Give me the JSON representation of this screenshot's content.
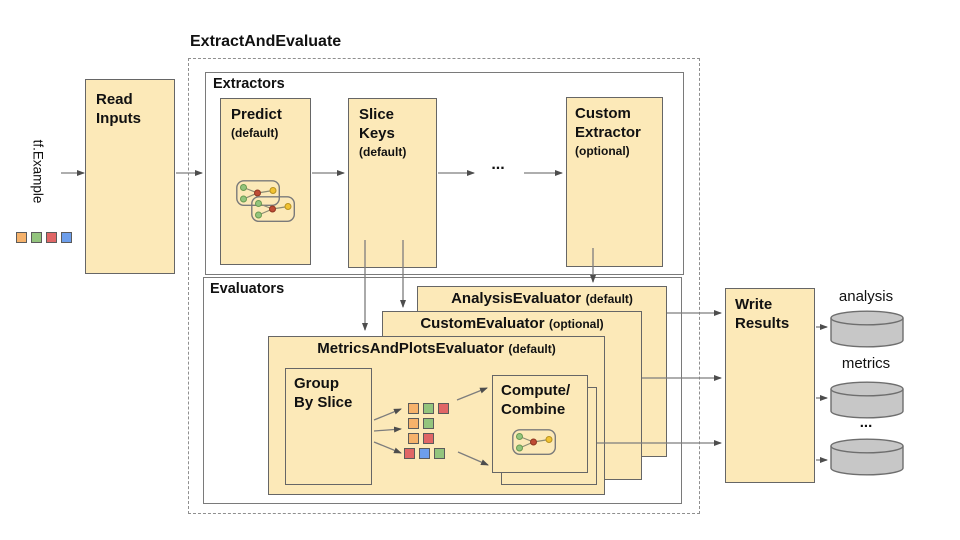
{
  "pipeline": {
    "title": "ExtractAndEvaluate"
  },
  "input": {
    "label": "tf.Example",
    "squares": [
      "orange",
      "green",
      "red",
      "blue"
    ]
  },
  "read_inputs": {
    "title": "Read\nInputs"
  },
  "extractors": {
    "label": "Extractors",
    "predict": {
      "title": "Predict",
      "qualifier": "(default)",
      "icon": "model-graph-icon"
    },
    "slice_keys": {
      "title": "Slice\nKeys",
      "qualifier": "(default)"
    },
    "ellipsis": "...",
    "custom_extractor": {
      "title": "Custom\nExtractor",
      "qualifier": "(optional)"
    }
  },
  "evaluators": {
    "label": "Evaluators",
    "analysis_evaluator": {
      "title": "AnalysisEvaluator",
      "qualifier": "(default)"
    },
    "custom_evaluator": {
      "title": "CustomEvaluator",
      "qualifier": "(optional)"
    },
    "metrics_and_plots_evaluator": {
      "title": "MetricsAndPlotsEvaluator",
      "qualifier": "(default)",
      "group_by_slice": {
        "title": "Group\nBy Slice"
      },
      "slice_rows": [
        [
          "orange",
          "green",
          "red"
        ],
        [
          "orange",
          "green"
        ],
        [
          "orange",
          "red"
        ],
        [
          "red",
          "blue",
          "green"
        ]
      ],
      "compute_combine": {
        "title": "Compute/\nCombine",
        "icon": "model-graph-icon"
      }
    }
  },
  "write_results": {
    "title": "Write\nResults"
  },
  "outputs": [
    {
      "label": "analysis",
      "icon": "database-cylinder-icon"
    },
    {
      "label": "metrics",
      "icon": "database-cylinder-icon"
    },
    {
      "label": "...",
      "icon": "database-cylinder-icon"
    }
  ],
  "colors": {
    "box_fill": "#FCE9B8",
    "box_border": "#666666",
    "orange": "#F6B26B",
    "green": "#93C47D",
    "red": "#E06666",
    "blue": "#6D9EEB",
    "node_red": "#BE4B35",
    "node_yellow": "#F1C232",
    "cylinder_fill": "#C7C7C7",
    "arrow": "#7a7a7a"
  }
}
